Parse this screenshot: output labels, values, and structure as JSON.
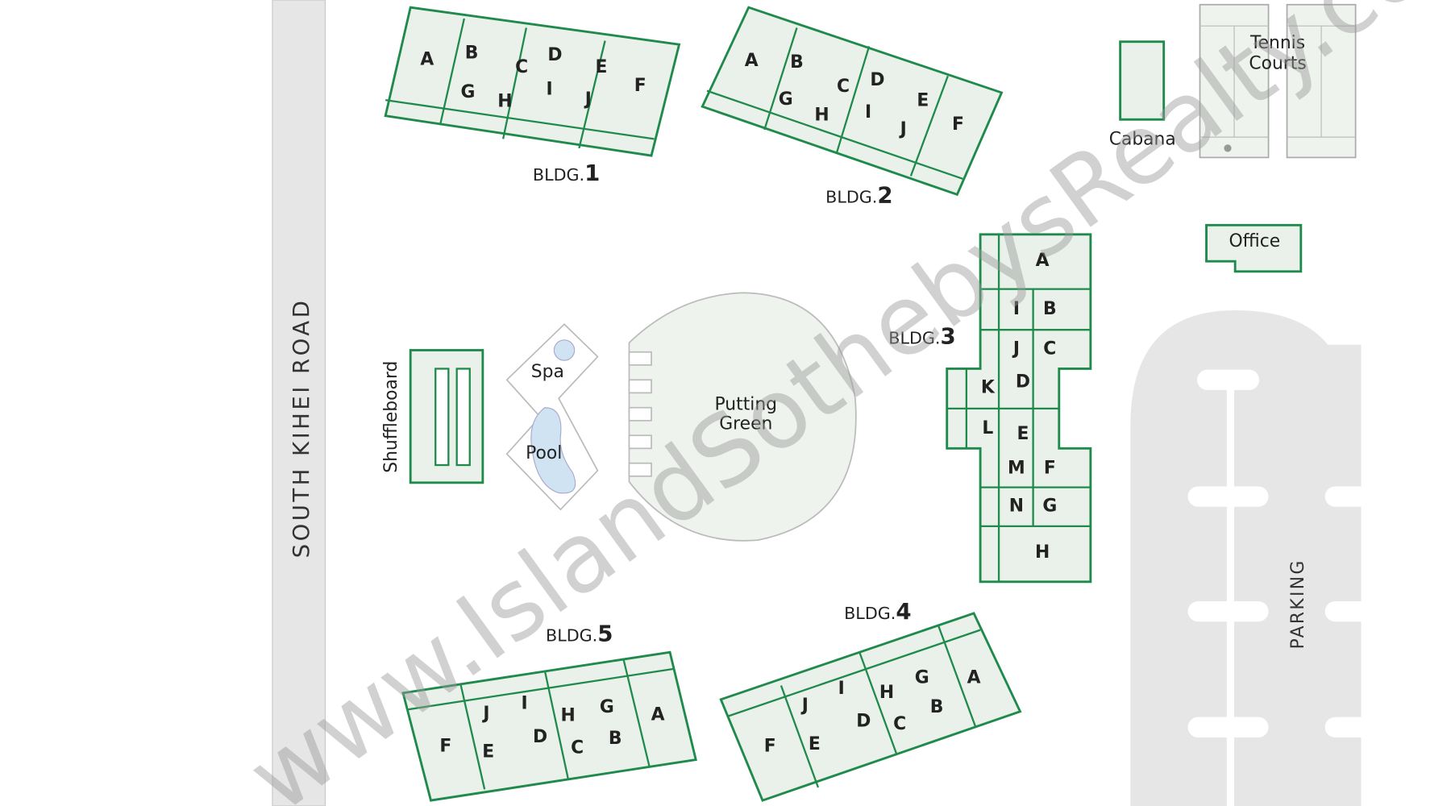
{
  "road": {
    "label": "SOUTH KIHEI ROAD"
  },
  "parking": {
    "label": "PARKING"
  },
  "amenities": {
    "tennis": "Tennis Courts",
    "tennis_line1": "Tennis",
    "tennis_line2": "Courts",
    "cabana": "Cabana",
    "office": "Office",
    "shuffleboard": "Shuffleboard",
    "spa": "Spa",
    "pool": "Pool",
    "putting_line1": "Putting",
    "putting_line2": "Green"
  },
  "buildings": [
    {
      "prefix": "BLDG.",
      "number": "1",
      "units": [
        "A",
        "B",
        "C",
        "D",
        "E",
        "F",
        "G",
        "H",
        "I",
        "J"
      ]
    },
    {
      "prefix": "BLDG.",
      "number": "2",
      "units": [
        "A",
        "B",
        "C",
        "D",
        "E",
        "F",
        "G",
        "H",
        "I",
        "J"
      ]
    },
    {
      "prefix": "BLDG.",
      "number": "3",
      "units": [
        "A",
        "I",
        "B",
        "J",
        "C",
        "K",
        "D",
        "L",
        "E",
        "M",
        "F",
        "N",
        "G",
        "H"
      ]
    },
    {
      "prefix": "BLDG.",
      "number": "4",
      "units": [
        "A",
        "G",
        "H",
        "I",
        "J",
        "B",
        "C",
        "D",
        "E",
        "F"
      ]
    },
    {
      "prefix": "BLDG.",
      "number": "5",
      "units": [
        "A",
        "G",
        "H",
        "I",
        "J",
        "B",
        "C",
        "D",
        "E",
        "F"
      ]
    }
  ],
  "watermark": "www.IslandSothebysRealty.com",
  "colors": {
    "building_stroke": "#1f8a4c",
    "building_fill": "#e9f1ea",
    "road": "#e6e6e6"
  }
}
